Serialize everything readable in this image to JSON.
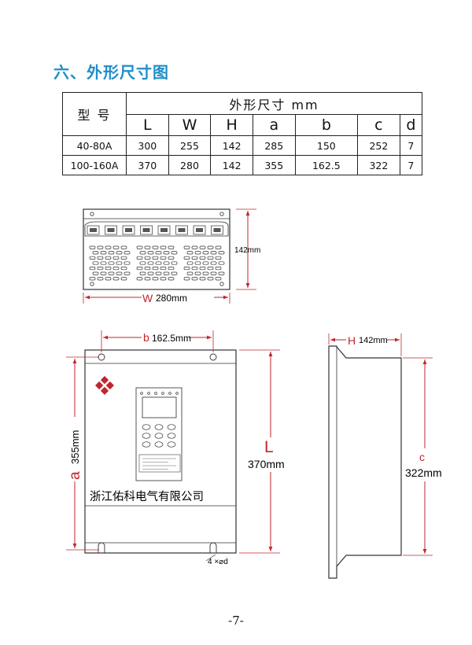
{
  "section_title": "六、外形尺寸图",
  "table": {
    "model_header": "型 号",
    "group_header": "外形尺寸 mm",
    "columns": [
      "L",
      "W",
      "H",
      "a",
      "b",
      "c",
      "d"
    ],
    "rows": [
      {
        "model": "40-80A",
        "values": [
          "300",
          "255",
          "142",
          "285",
          "150",
          "252",
          "7"
        ]
      },
      {
        "model": "100-160A",
        "values": [
          "370",
          "280",
          "142",
          "355",
          "162.5",
          "322",
          "7"
        ]
      }
    ]
  },
  "drawings": {
    "top_view": {
      "height_label": "142mm",
      "width_letter": "W",
      "width_value": "280mm"
    },
    "front_view": {
      "b_letter": "b",
      "b_value": "162.5mm",
      "a_letter": "a",
      "a_value": "355mm",
      "L_letter": "L",
      "L_value": "370mm",
      "company_name": "浙江佑科电气有限公司",
      "hole_note": "4 ×⌀d"
    },
    "side_view": {
      "H_letter": "H",
      "H_value": "142mm",
      "c_letter": "c",
      "c_value": "322mm"
    }
  },
  "colors": {
    "title": "#1f8ec9",
    "dimension": "#c0262d",
    "logo": "#c0262d"
  },
  "page_number": "-7-"
}
